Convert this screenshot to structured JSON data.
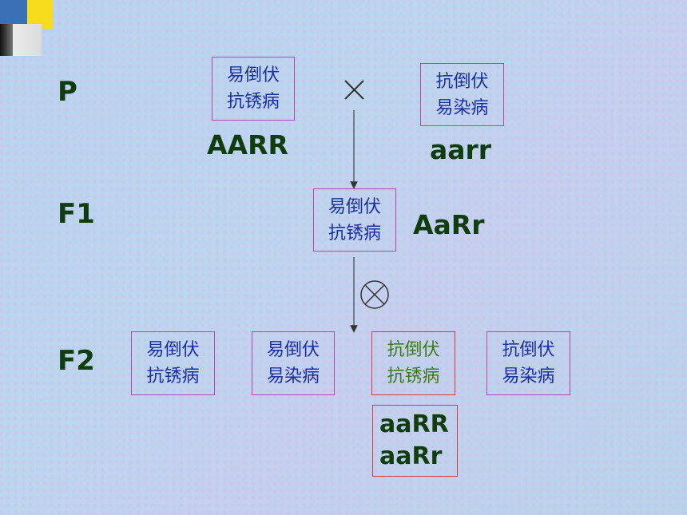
{
  "generations": {
    "p": "P",
    "f1": "F1",
    "f2": "F2"
  },
  "p_left": {
    "line1": "易倒伏",
    "line2": "抗锈病",
    "genotype": "AARR"
  },
  "p_right": {
    "line1": "抗倒伏",
    "line2": "易染病",
    "genotype": "aarr"
  },
  "cross_symbol": "×",
  "f1": {
    "line1": "易倒伏",
    "line2": "抗锈病",
    "genotype": "AaRr"
  },
  "f2": [
    {
      "line1": "易倒伏",
      "line2": "抗锈病"
    },
    {
      "line1": "易倒伏",
      "line2": "易染病"
    },
    {
      "line1": "抗倒伏",
      "line2": "抗锈病"
    },
    {
      "line1": "抗倒伏",
      "line2": "易染病"
    }
  ],
  "f2_target_genotypes": [
    "aaRR",
    "aaRr"
  ]
}
